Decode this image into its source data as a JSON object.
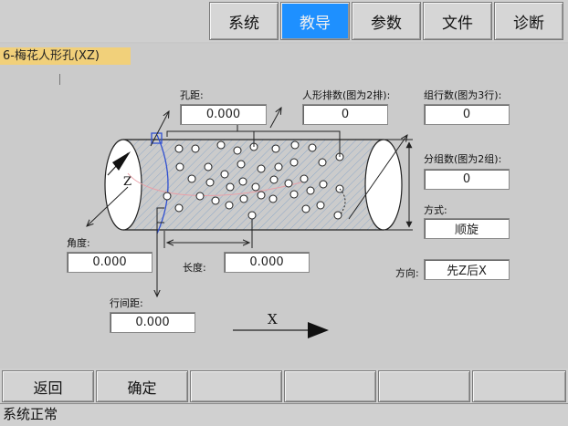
{
  "tabs": [
    {
      "label": "系统"
    },
    {
      "label": "教导"
    },
    {
      "label": "参数"
    },
    {
      "label": "文件"
    },
    {
      "label": "诊断"
    }
  ],
  "active_tab": "教导",
  "panel": {
    "title": "6-梅花人形孔(XZ)"
  },
  "fields": {
    "hole_pitch": {
      "label": "孔距:",
      "value": "0.000"
    },
    "person_rows": {
      "label": "人形排数(图为2排):",
      "value": "0"
    },
    "group_rows": {
      "label": "组行数(图为3行):",
      "value": "0"
    },
    "group_count": {
      "label": "分组数(图为2组):",
      "value": "0"
    },
    "mode": {
      "label": "方式:",
      "value": "顺旋"
    },
    "direction": {
      "label": "方向:",
      "value": "先Z后X"
    },
    "angle": {
      "label": "角度:",
      "value": "0.000"
    },
    "length": {
      "label": "长度:",
      "value": "0.000"
    },
    "row_pitch": {
      "label": "行间距:",
      "value": "0.000"
    }
  },
  "diagram": {
    "z_label": "Z",
    "x_label": "X"
  },
  "softkeys": [
    {
      "label": "返回"
    },
    {
      "label": "确定"
    },
    {
      "label": ""
    },
    {
      "label": ""
    },
    {
      "label": ""
    },
    {
      "label": ""
    }
  ],
  "status": "系统正常",
  "colors": {
    "active_tab": "#1e90ff",
    "title_bar": "#f1d07a",
    "background": "#c8c8c8"
  }
}
